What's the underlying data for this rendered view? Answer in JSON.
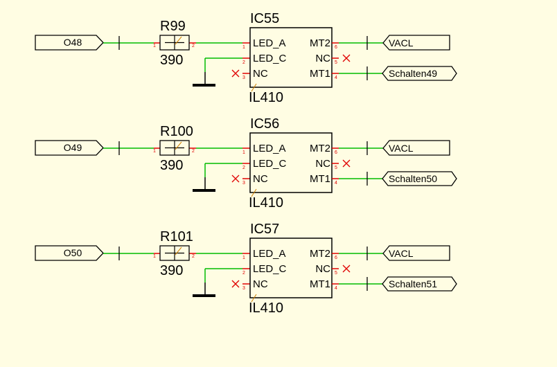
{
  "circuits": [
    {
      "input_port": "O48",
      "resistor": {
        "ref": "R99",
        "value": "390",
        "pin1": "1",
        "pin2": "2"
      },
      "ic": {
        "ref": "IC55",
        "part": "IL410",
        "left_pins": [
          {
            "name": "LED_A",
            "num": "1"
          },
          {
            "name": "LED_C",
            "num": "2"
          },
          {
            "name": "NC",
            "num": "3"
          }
        ],
        "right_pins": [
          {
            "name": "MT2",
            "num": "6"
          },
          {
            "name": "NC",
            "num": "5"
          },
          {
            "name": "MT1",
            "num": "4"
          }
        ]
      },
      "out_top": "VACL",
      "out_bottom": "Schalten49"
    },
    {
      "input_port": "O49",
      "resistor": {
        "ref": "R100",
        "value": "390",
        "pin1": "1",
        "pin2": "2"
      },
      "ic": {
        "ref": "IC56",
        "part": "IL410",
        "left_pins": [
          {
            "name": "LED_A",
            "num": "1"
          },
          {
            "name": "LED_C",
            "num": "2"
          },
          {
            "name": "NC",
            "num": "3"
          }
        ],
        "right_pins": [
          {
            "name": "MT2",
            "num": "6"
          },
          {
            "name": "NC",
            "num": "5"
          },
          {
            "name": "MT1",
            "num": "4"
          }
        ]
      },
      "out_top": "VACL",
      "out_bottom": "Schalten50"
    },
    {
      "input_port": "O50",
      "resistor": {
        "ref": "R101",
        "value": "390",
        "pin1": "1",
        "pin2": "2"
      },
      "ic": {
        "ref": "IC57",
        "part": "IL410",
        "left_pins": [
          {
            "name": "LED_A",
            "num": "1"
          },
          {
            "name": "LED_C",
            "num": "2"
          },
          {
            "name": "NC",
            "num": "3"
          }
        ],
        "right_pins": [
          {
            "name": "MT2",
            "num": "6"
          },
          {
            "name": "NC",
            "num": "5"
          },
          {
            "name": "MT1",
            "num": "4"
          }
        ]
      },
      "out_top": "VACL",
      "out_bottom": "Schalten51"
    }
  ],
  "colors": {
    "background": "#fffde3",
    "wire": "#00bb00",
    "pin_stub": "#e00000",
    "symbol": "#000000",
    "pin_number": "#e00000",
    "no_connect": "#e00000"
  }
}
